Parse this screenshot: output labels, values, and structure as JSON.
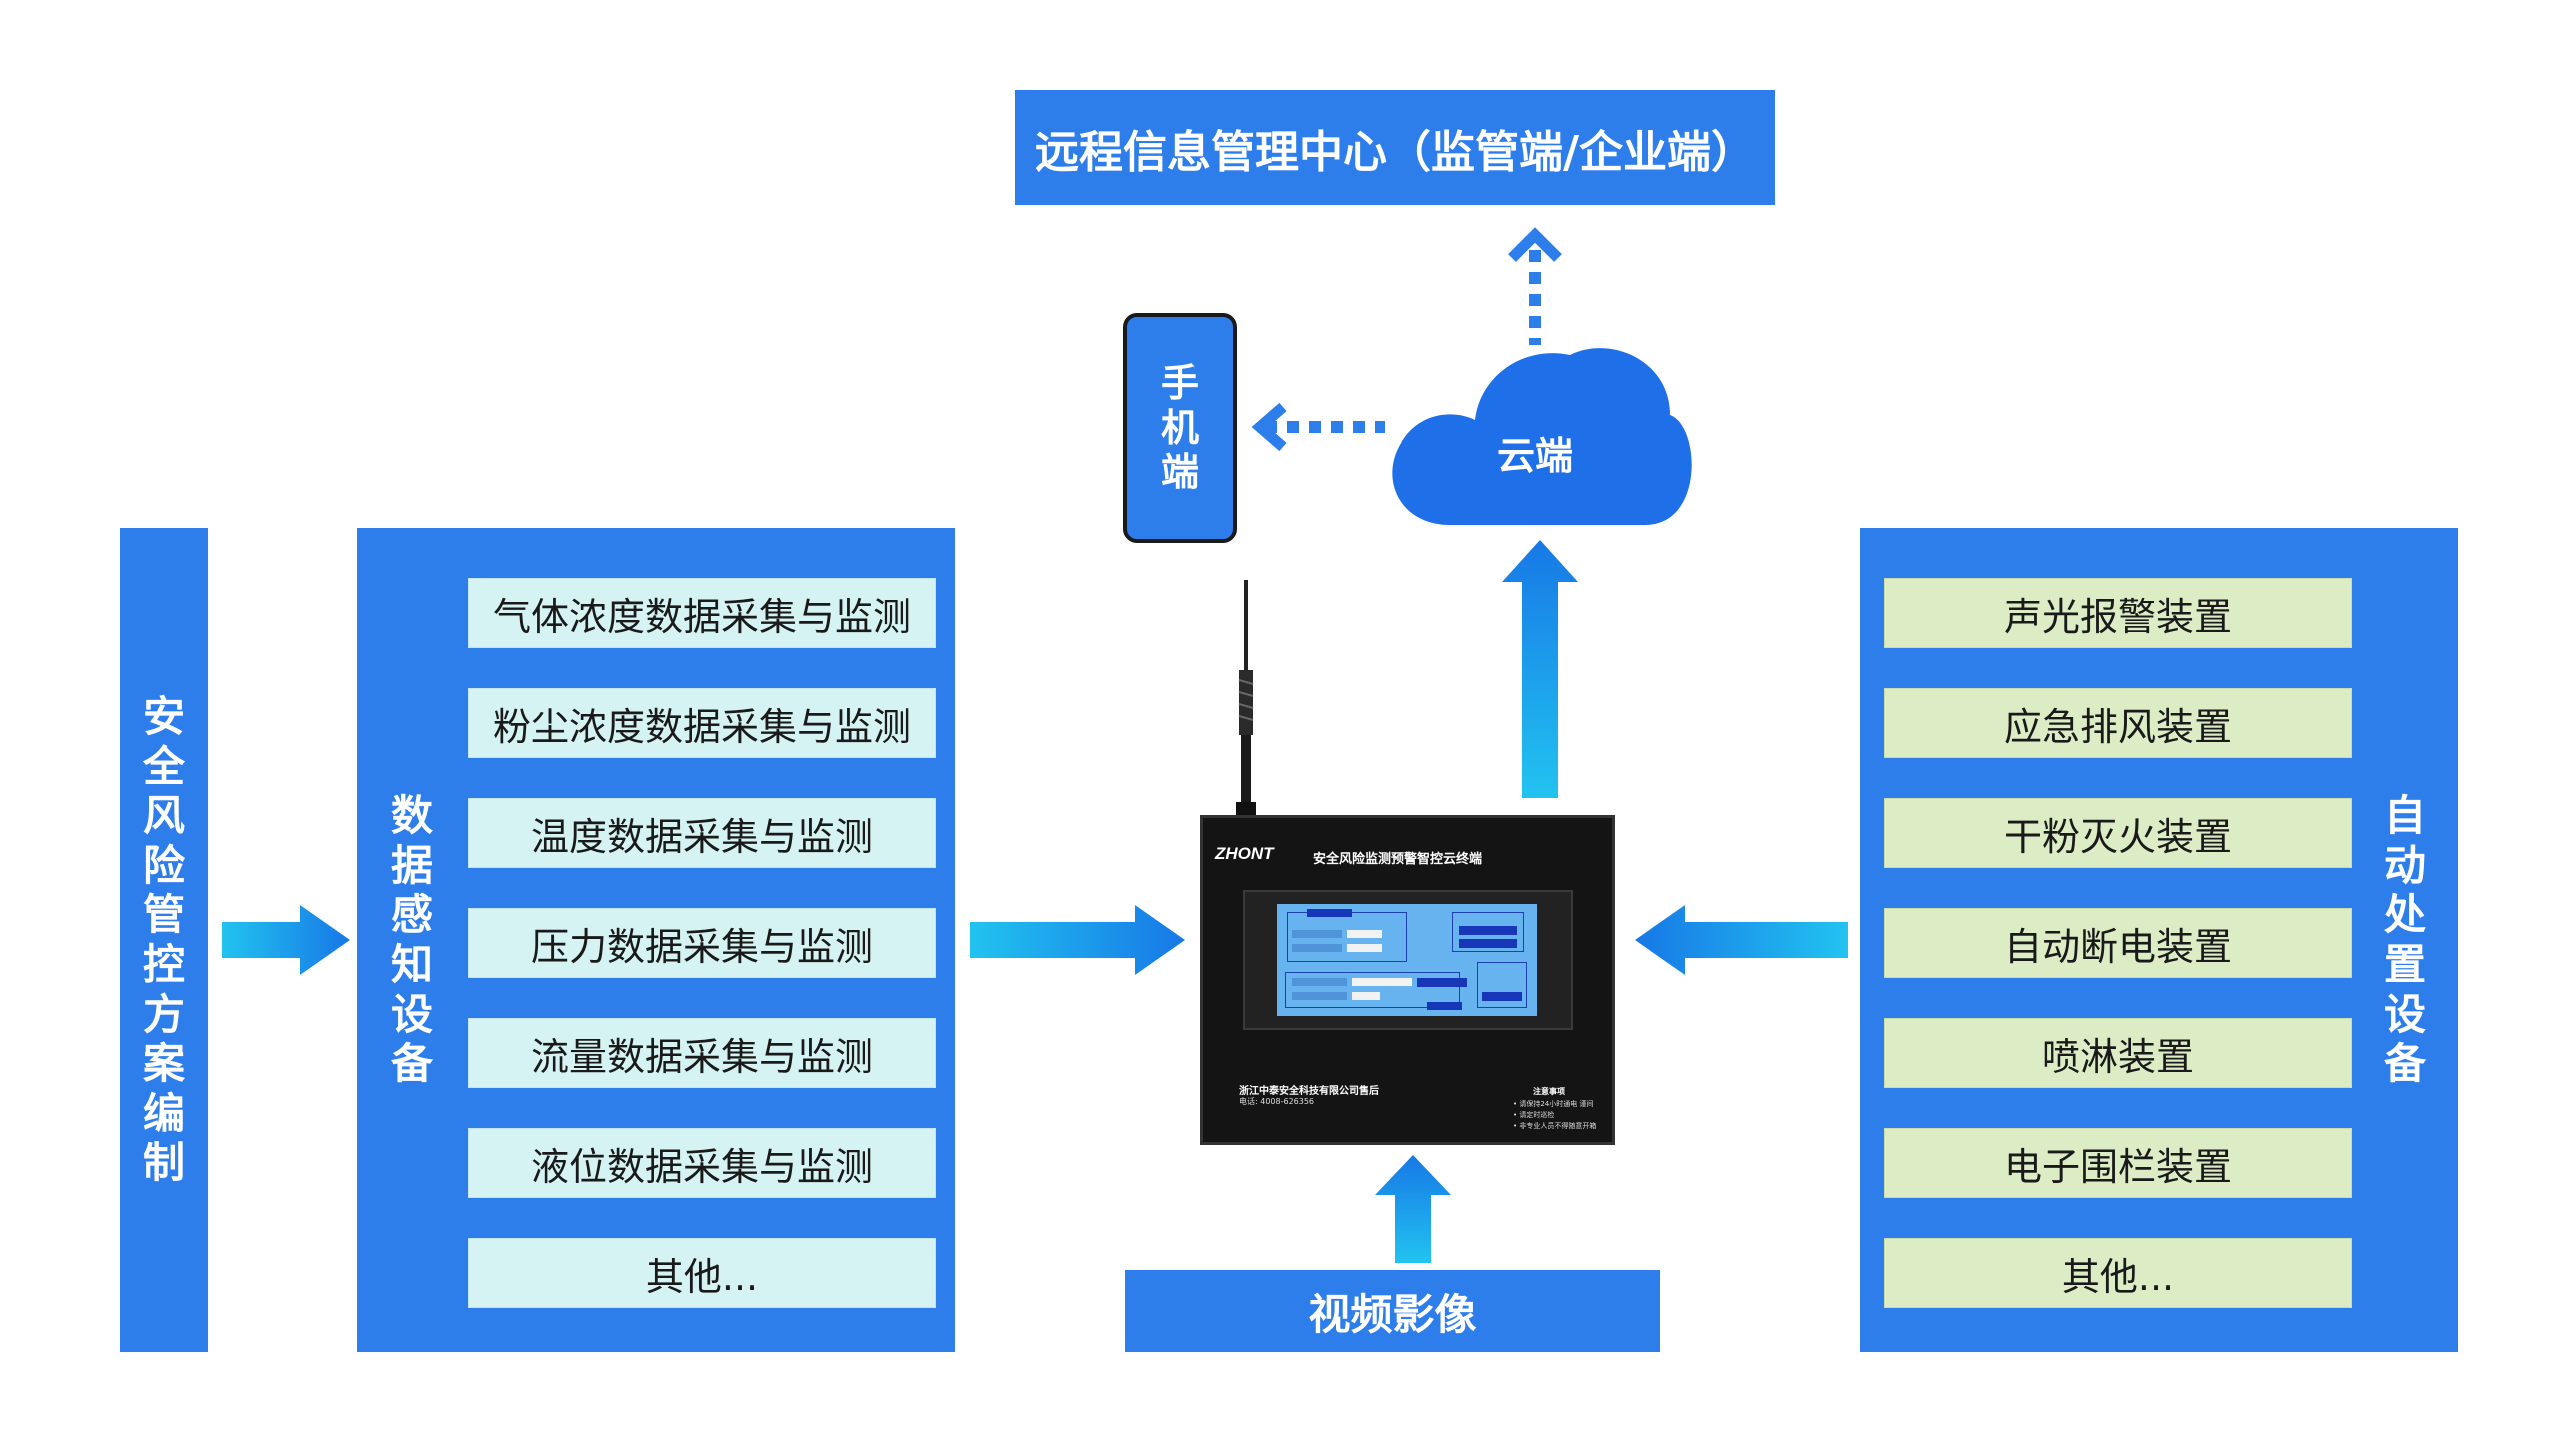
{
  "remote_center": {
    "label": "远程信息管理中心（监管端/企业端）"
  },
  "cloud": {
    "label": "云端"
  },
  "phone": {
    "chars": [
      "手",
      "机",
      "端"
    ]
  },
  "plan": {
    "chars": [
      "安",
      "全",
      "风",
      "险",
      "管",
      "控",
      "方",
      "案",
      "编",
      "制"
    ]
  },
  "sensing": {
    "chars": [
      "数",
      "据",
      "感",
      "知",
      "设",
      "备"
    ],
    "items": [
      "气体浓度数据采集与监测",
      "粉尘浓度数据采集与监测",
      "温度数据采集与监测",
      "压力数据采集与监测",
      "流量数据采集与监测",
      "液位数据采集与监测",
      "其他..."
    ]
  },
  "actuation": {
    "chars": [
      "自",
      "动",
      "处",
      "置",
      "设",
      "备"
    ],
    "items": [
      "声光报警装置",
      "应急排风装置",
      "干粉灭火装置",
      "自动断电装置",
      "喷淋装置",
      "电子围栏装置",
      "其他..."
    ]
  },
  "terminal": {
    "logo": "ZHONT",
    "title": "安全风险监测预警智控云终端",
    "company": "浙江中泰安全科技有限公司售后",
    "phone": "电话: 4008-626356",
    "notes_title": "注意事项",
    "notes": [
      "• 请保持24小时通电 谨间",
      "• 请定时巡检",
      "• 非专业人员不得随意开箱"
    ]
  },
  "video": {
    "label": "视频影像"
  },
  "colors": {
    "panel_blue": "#2d7eea",
    "sensing_item": "#d6f3f3",
    "actuation_item": "#dcedc6",
    "arrow_blue": "#1f8bea"
  }
}
